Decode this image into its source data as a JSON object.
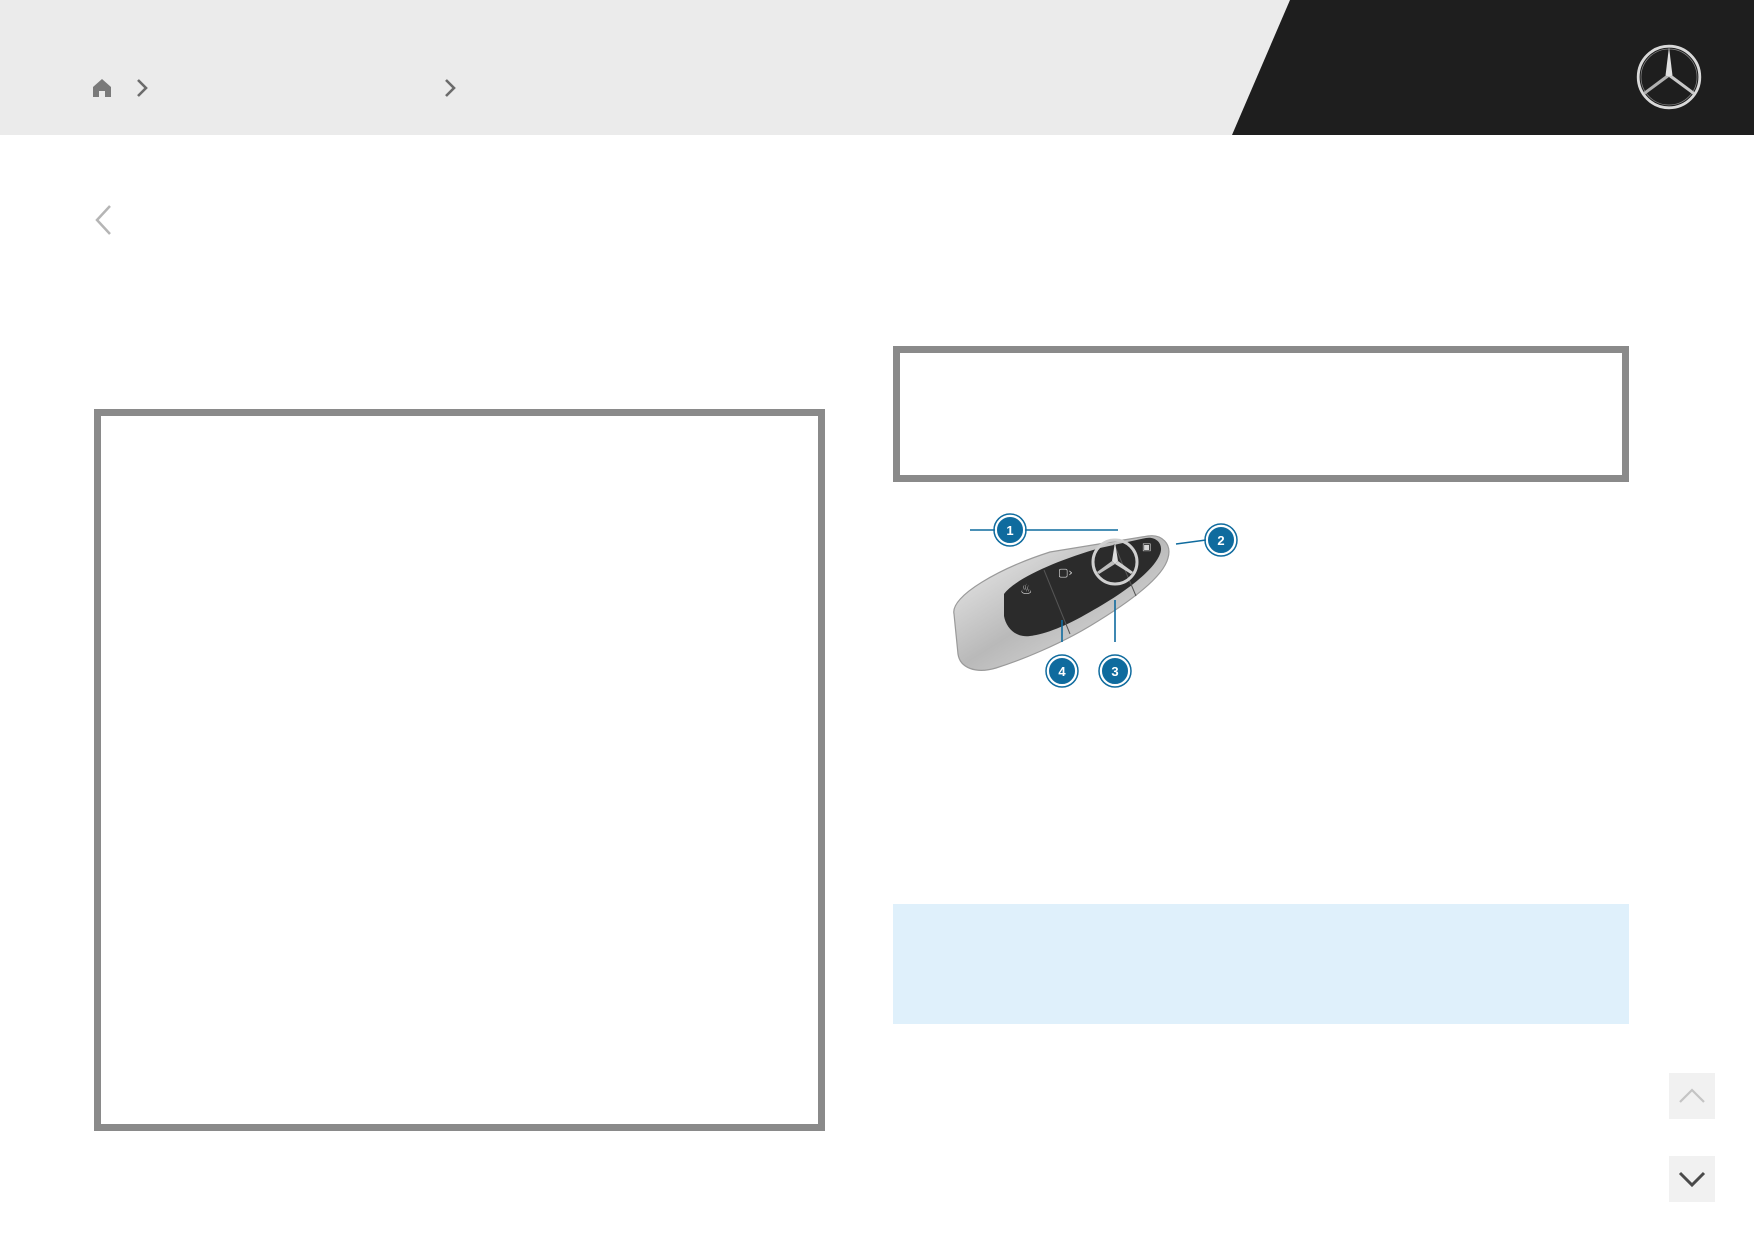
{
  "header": {
    "background_color": "#ebebeb",
    "dark_panel_color": "#1e1e1e",
    "home_icon": "home-icon",
    "separator_icon": "chevron-right-icon",
    "breadcrumbs": [
      "",
      ""
    ]
  },
  "brand": {
    "logo": "three-pointed-star-logo"
  },
  "navigation": {
    "back_icon": "chevron-left-icon",
    "scroll_up_icon": "chevron-up-icon",
    "scroll_down_icon": "chevron-down-icon"
  },
  "figure": {
    "callouts": [
      "1",
      "2",
      "3",
      "4"
    ],
    "callout_color": "#0f6b9e"
  },
  "info_box": {
    "background_color": "#dff0fb"
  },
  "panel_border_color": "#8a8a8a"
}
